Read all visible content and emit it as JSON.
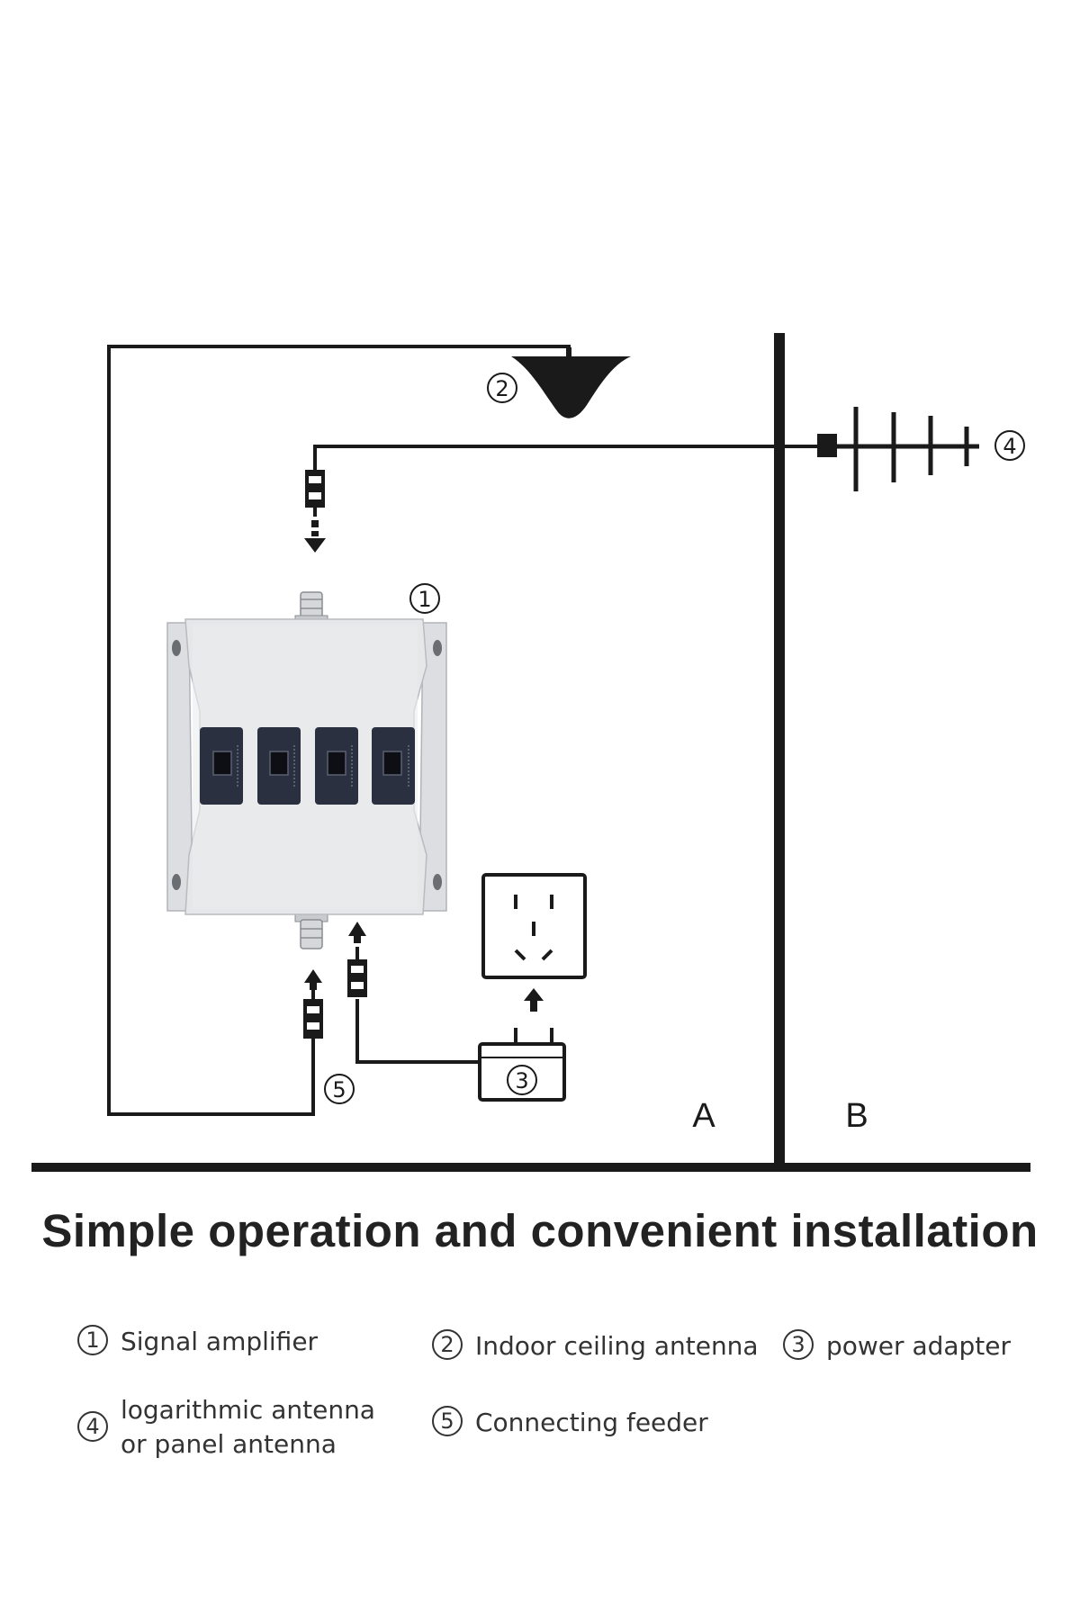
{
  "diagram": {
    "markers": {
      "m1": "1",
      "m2": "2",
      "m3": "3",
      "m4": "4",
      "m5": "5"
    },
    "zone_a": "A",
    "zone_b": "B"
  },
  "heading": "Simple operation and convenient installation",
  "legend": [
    {
      "num": "1",
      "lines": [
        "Signal amplifier"
      ]
    },
    {
      "num": "2",
      "lines": [
        "Indoor ceiling antenna"
      ]
    },
    {
      "num": "3",
      "lines": [
        "power adapter"
      ]
    },
    {
      "num": "4",
      "lines": [
        "logarithmic antenna",
        "or panel antenna"
      ]
    },
    {
      "num": "5",
      "lines": [
        "Connecting feeder"
      ]
    }
  ],
  "colors": {
    "line": "#1a1a1a",
    "device_body": "#e6e7e9",
    "display_panel": "#2b3040"
  }
}
